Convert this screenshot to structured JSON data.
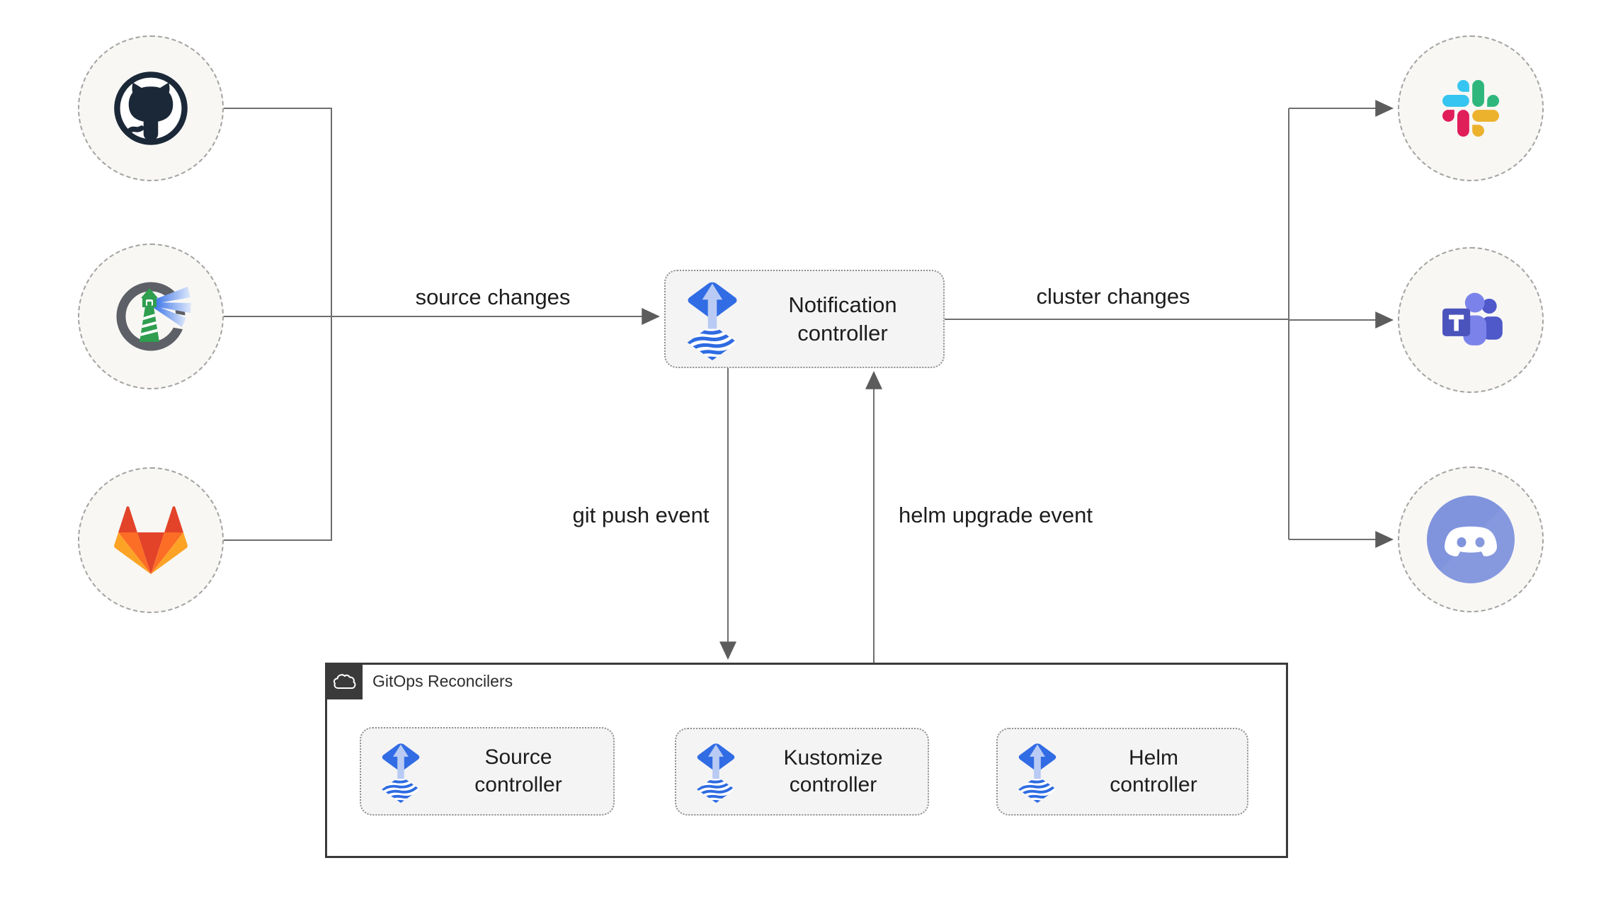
{
  "nodes": {
    "notification_controller": "Notification controller",
    "source_controller": "Source controller",
    "kustomize_controller": "Kustomize controller",
    "helm_controller": "Helm controller"
  },
  "container": {
    "label": "GitOps Reconcilers"
  },
  "edges": {
    "source_changes": "source changes",
    "cluster_changes": "cluster changes",
    "git_push_event": "git push event",
    "helm_upgrade_event": "helm upgrade event"
  },
  "sources": [
    {
      "icon": "github-icon"
    },
    {
      "icon": "harbor-icon"
    },
    {
      "icon": "gitlab-icon"
    }
  ],
  "notifiers": [
    {
      "icon": "slack-icon"
    },
    {
      "icon": "teams-icon"
    },
    {
      "icon": "discord-icon"
    }
  ],
  "colors": {
    "flux_blue": "#316CE4",
    "flux_arrow_light": "#B9CBF4",
    "flux_wave_blue": "#2E6BE2",
    "edge_gray": "#6e6e6e",
    "arrowhead_gray": "#5c5c5c",
    "box_fill": "#f4f4f4",
    "box_border": "#8f8f8f",
    "circle_fill": "#f8f7f4",
    "circle_border": "#a3a3a3",
    "container_border": "#3a3a3a",
    "github_dark": "#1b2838",
    "gitlab_red": "#e24329",
    "gitlab_orange": "#fc6d26",
    "gitlab_yellow": "#fca326",
    "slack_blue": "#36C5F0",
    "slack_green": "#2EB67D",
    "slack_yellow": "#ECB22E",
    "slack_pink": "#E01E5A",
    "teams_dark": "#4B53BC",
    "teams_purple": "#5059C9",
    "teams_light": "#7B83EB",
    "discord_blurple": "#8094DD",
    "harbor_gray": "#5d6066",
    "harbor_green": "#2f9e4f",
    "harbor_beam": "#3b74e8"
  }
}
